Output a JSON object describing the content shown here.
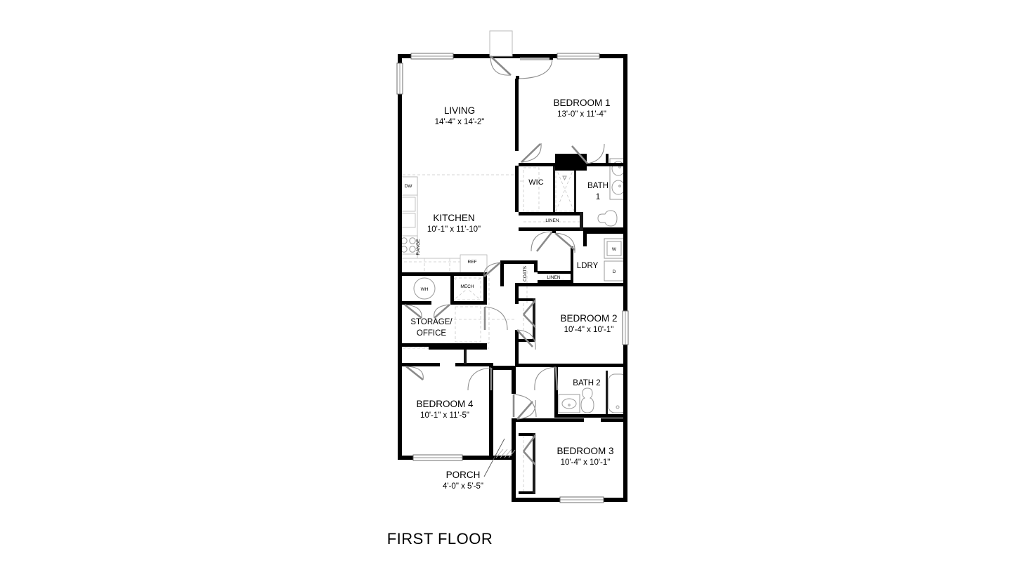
{
  "document": {
    "type": "architectural-floor-plan",
    "title": "FIRST FLOOR"
  },
  "rooms": [
    {
      "id": "living",
      "name": "LIVING",
      "dimensions": "14'-4\" x 14'-2\""
    },
    {
      "id": "bedroom1",
      "name": "BEDROOM 1",
      "dimensions": "13'-0\" x 11'-4\""
    },
    {
      "id": "kitchen",
      "name": "KITCHEN",
      "dimensions": "10'-1\" x 11'-10\""
    },
    {
      "id": "bedroom2",
      "name": "BEDROOM 2",
      "dimensions": "10'-4\" x 10'-1\""
    },
    {
      "id": "bedroom3",
      "name": "BEDROOM 3",
      "dimensions": "10'-4\" x 10'-1\""
    },
    {
      "id": "bedroom4",
      "name": "BEDROOM 4",
      "dimensions": "10'-1\" x 11'-5\""
    },
    {
      "id": "porch",
      "name": "PORCH",
      "dimensions": "4'-0\" x 5'-5\""
    }
  ],
  "spaces": [
    {
      "id": "wic",
      "name": "WIC"
    },
    {
      "id": "bath1_a",
      "name": "BATH"
    },
    {
      "id": "bath1_b",
      "name": "1"
    },
    {
      "id": "bath2",
      "name": "BATH 2"
    },
    {
      "id": "ldry",
      "name": "LDRY"
    },
    {
      "id": "storage_a",
      "name": "STORAGE/"
    },
    {
      "id": "storage_b",
      "name": "OFFICE"
    },
    {
      "id": "coats",
      "name": "COATS"
    },
    {
      "id": "linen_1",
      "name": "LINEN"
    },
    {
      "id": "linen_2",
      "name": "LINEN"
    },
    {
      "id": "mech",
      "name": "MECH"
    }
  ],
  "appliances": [
    {
      "id": "dw",
      "name": "DW"
    },
    {
      "id": "range",
      "name": "RANGE"
    },
    {
      "id": "ref",
      "name": "REF"
    },
    {
      "id": "wh",
      "name": "WH"
    },
    {
      "id": "washer",
      "name": "W"
    },
    {
      "id": "dryer",
      "name": "D"
    }
  ],
  "colors": {
    "wall": "#000000",
    "fixture_stroke": "#9a9a9a",
    "door_swing": "#8f8f8f",
    "background": "#ffffff",
    "text": "#000000"
  }
}
